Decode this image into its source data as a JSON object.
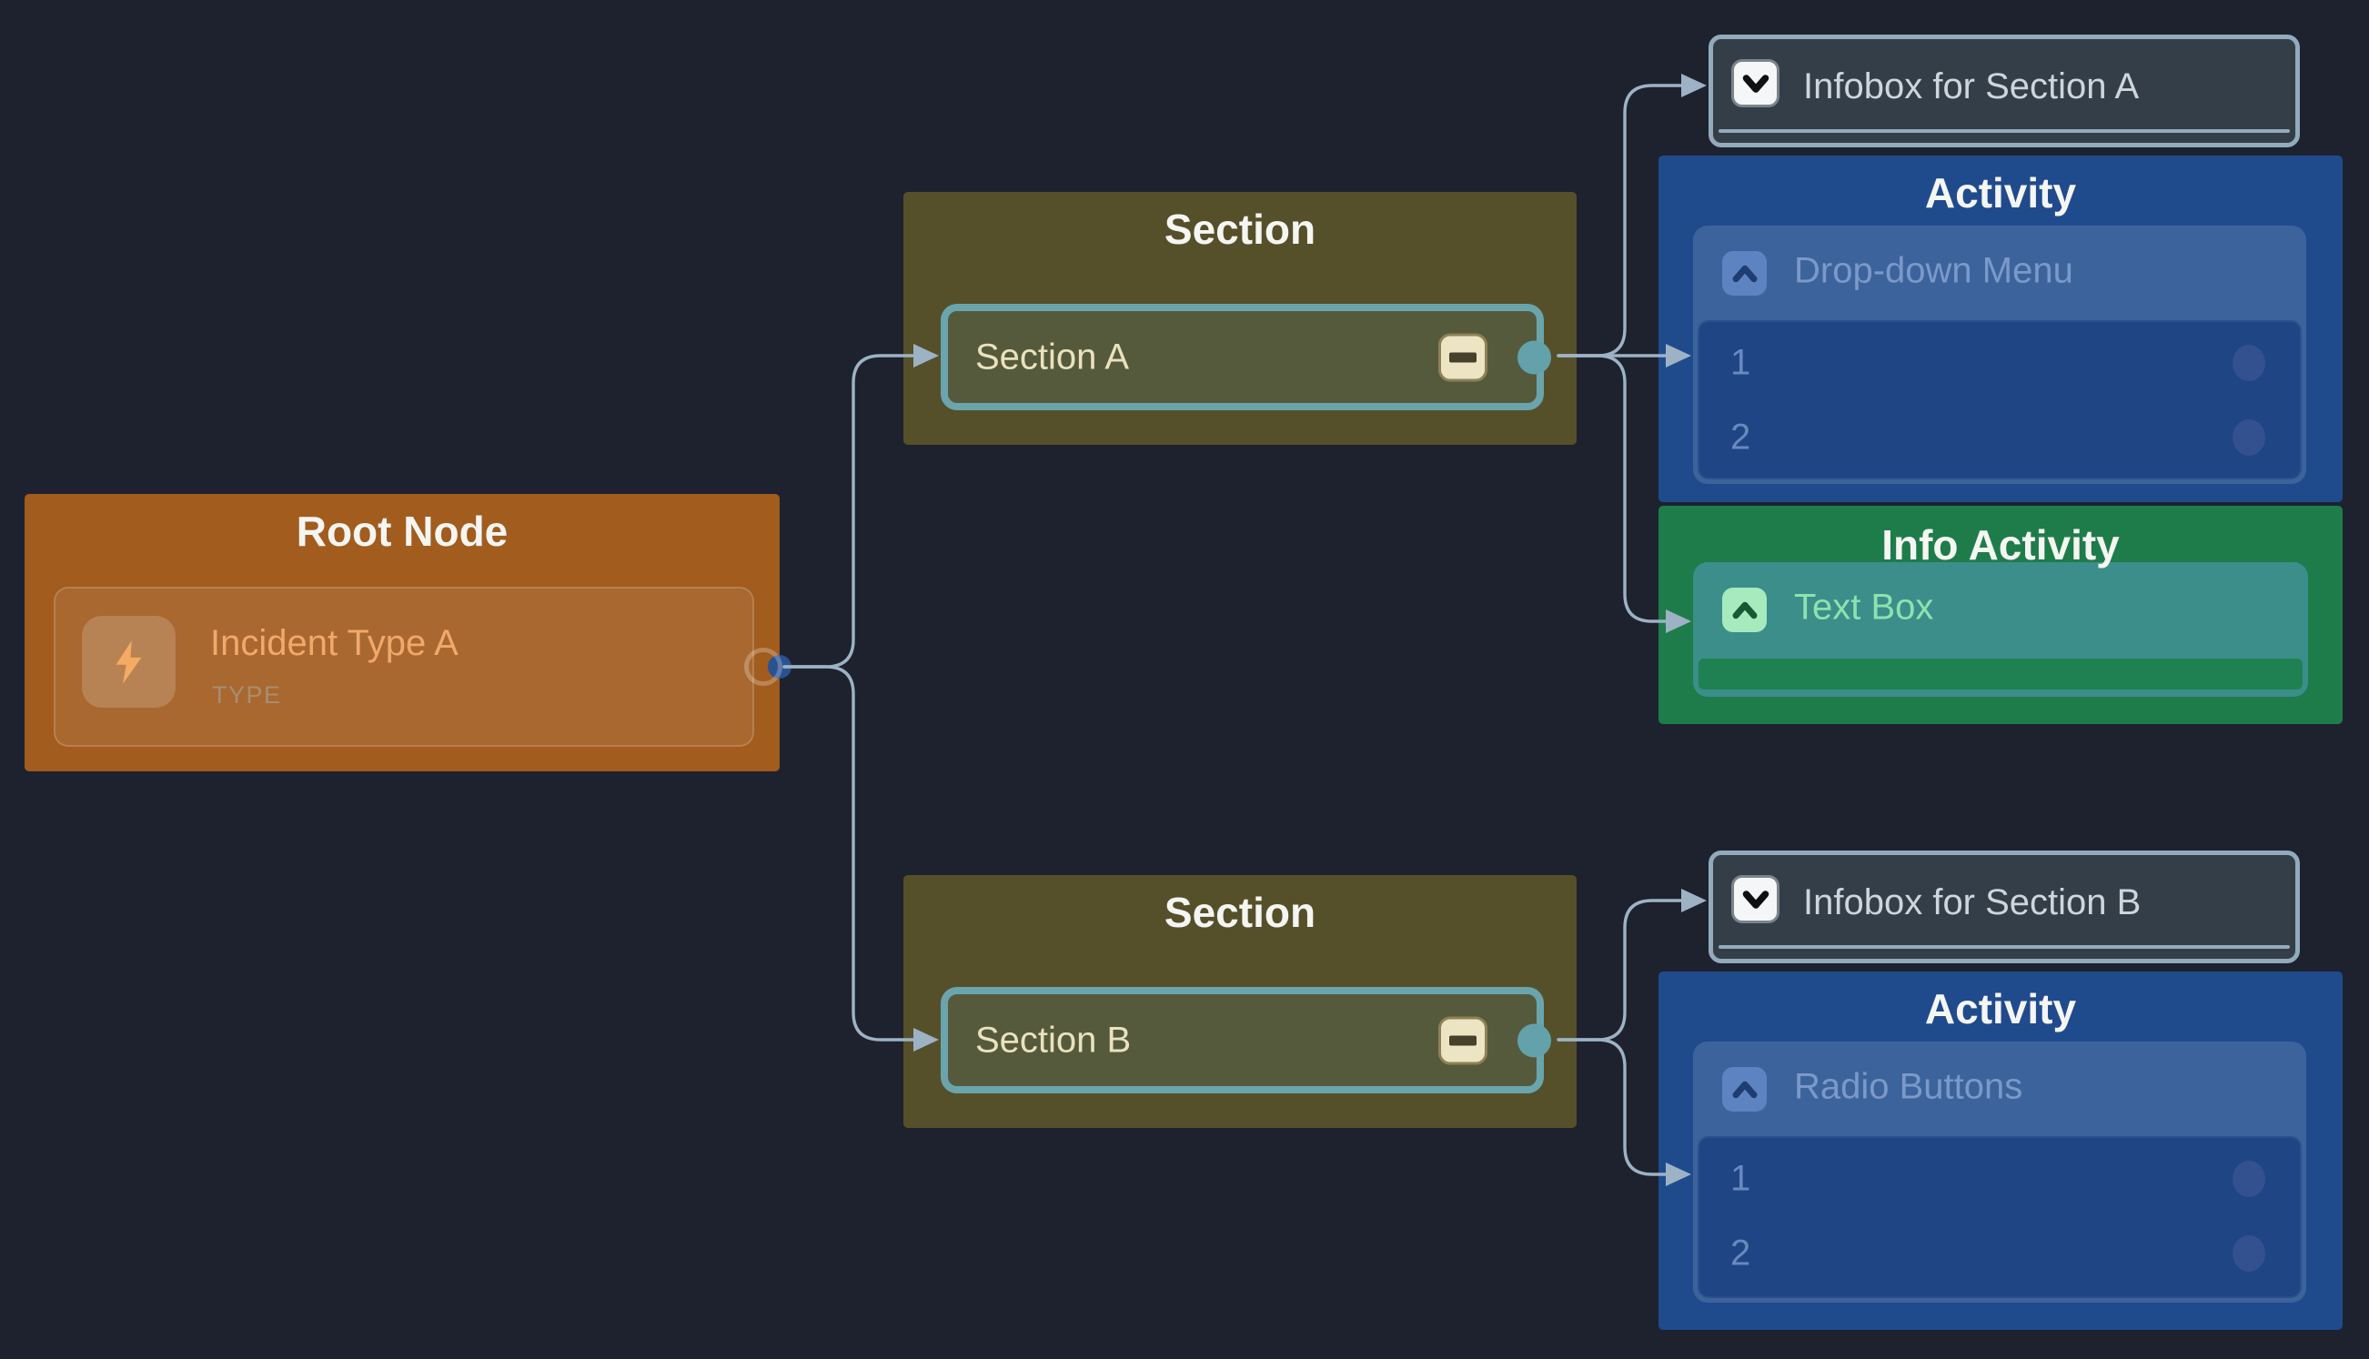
{
  "colors": {
    "canvas_background": "#1d222e",
    "grid_dot": "#3f4551",
    "root_node": "#a15c1e",
    "section_node": "#55502a",
    "section_row_border": "#6aa5ad",
    "infobox_node": "#333e48",
    "infobox_border": "#92aabb",
    "activity_node": "#1f4b8d",
    "info_activity_node": "#1e7c4b",
    "info_card": "#3b8e8a",
    "edge": "#9eb2c5",
    "teal_port": "#63a2ab"
  },
  "nodes": {
    "root": {
      "title": "Root Node",
      "entry_label": "Incident Type A",
      "entry_sublabel": "TYPE",
      "icon": "lightning-bolt"
    },
    "section_top": {
      "title": "Section",
      "row_label": "Section A"
    },
    "section_bottom": {
      "title": "Section",
      "row_label": "Section B"
    },
    "infobox_top": {
      "label": "Infobox for Section A",
      "icon": "chevron-down"
    },
    "infobox_bottom": {
      "label": "Infobox for Section B",
      "icon": "chevron-down"
    },
    "activity_top": {
      "title": "Activity",
      "header": "Drop-down Menu",
      "icon": "chevron-up",
      "items": [
        "1",
        "2"
      ]
    },
    "info_activity": {
      "title": "Info Activity",
      "header": "Text Box",
      "icon": "chevron-up"
    },
    "activity_bottom": {
      "title": "Activity",
      "header": "Radio Buttons",
      "icon": "chevron-up",
      "items": [
        "1",
        "2"
      ]
    }
  }
}
